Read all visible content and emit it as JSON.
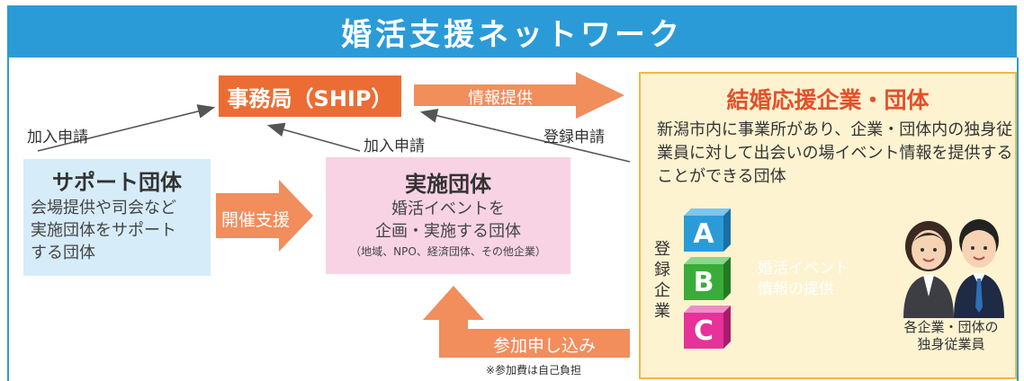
{
  "title": "婚活支援ネットワーク",
  "secretariat": {
    "label": "事務局（SHIP）"
  },
  "arrows": {
    "info_provision": "情報提供",
    "join_left": "加入申請",
    "join_center": "加入申請",
    "register": "登録申請",
    "support": "開催支援",
    "participate": "参加申し込み",
    "event_info": "婚活イベント\n情報の提供"
  },
  "support_org": {
    "title": "サポート団体",
    "description": "会場提供や司会など\n実施団体をサポート\nする団体"
  },
  "implementing_org": {
    "title": "実施団体",
    "description": "婚活イベントを\n企画・実施する団体",
    "note": "（地域、NPO、経済団体、その他企業）"
  },
  "company": {
    "title": "結婚応援企業・団体",
    "description": "新潟市内に事業所があり、企業・団体内の独身従業員に対して出会いの場イベント情報を提供することができる団体",
    "registered_label": "登録企業",
    "cubes": [
      {
        "letter": "A",
        "color": "#2b9bd8",
        "top_color": "#7fc6ee",
        "side_color": "#1a6fa5"
      },
      {
        "letter": "B",
        "color": "#3aac3a",
        "top_color": "#8bd68b",
        "side_color": "#237a23"
      },
      {
        "letter": "C",
        "color": "#e6329a",
        "top_color": "#f28cc7",
        "side_color": "#a81c6c"
      }
    ],
    "employees_label": "各企業・団体の\n独身従業員"
  },
  "footnote": "※参加費は自己負担",
  "colors": {
    "header": "#2b9bd8",
    "secretariat": "#ec6d33",
    "arrow": "#f28d5c",
    "support_bg": "#d6ecf9",
    "implement_bg": "#f8d3e4",
    "company_bg": "#fdf3d0",
    "company_title": "#e4502b"
  }
}
